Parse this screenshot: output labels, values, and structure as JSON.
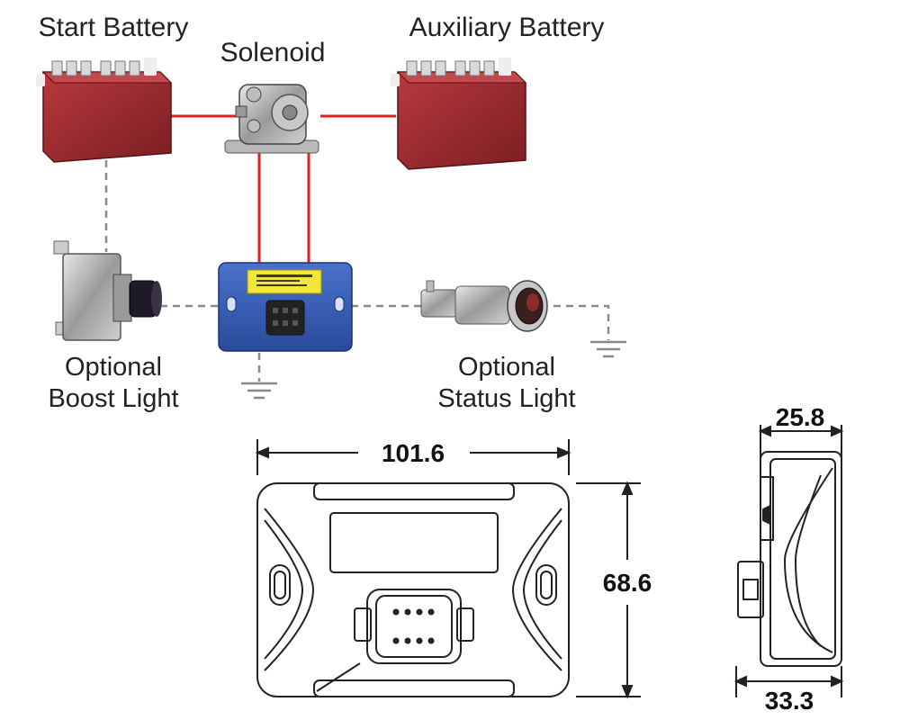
{
  "labels": {
    "start_battery": "Start Battery",
    "solenoid": "Solenoid",
    "auxiliary_battery": "Auxiliary Battery",
    "boost_light_line1": "Optional",
    "boost_light_line2": "Boost Light",
    "status_light_line1": "Optional",
    "status_light_line2": "Status Light"
  },
  "dimensions": {
    "width": "101.6",
    "height": "68.6",
    "depth_top": "25.8",
    "depth_bottom": "33.3"
  },
  "colors": {
    "wire": "#e02020",
    "dashed": "#8a8a8a",
    "battery": "#9a2a2e",
    "module": "#3a5fb8",
    "module_label": "#f2e63a",
    "outline": "#222222"
  },
  "icons": [
    "battery-icon",
    "solenoid-icon",
    "push-button-switch-icon",
    "indicator-light-icon",
    "ground-icon",
    "controller-module-icon"
  ]
}
